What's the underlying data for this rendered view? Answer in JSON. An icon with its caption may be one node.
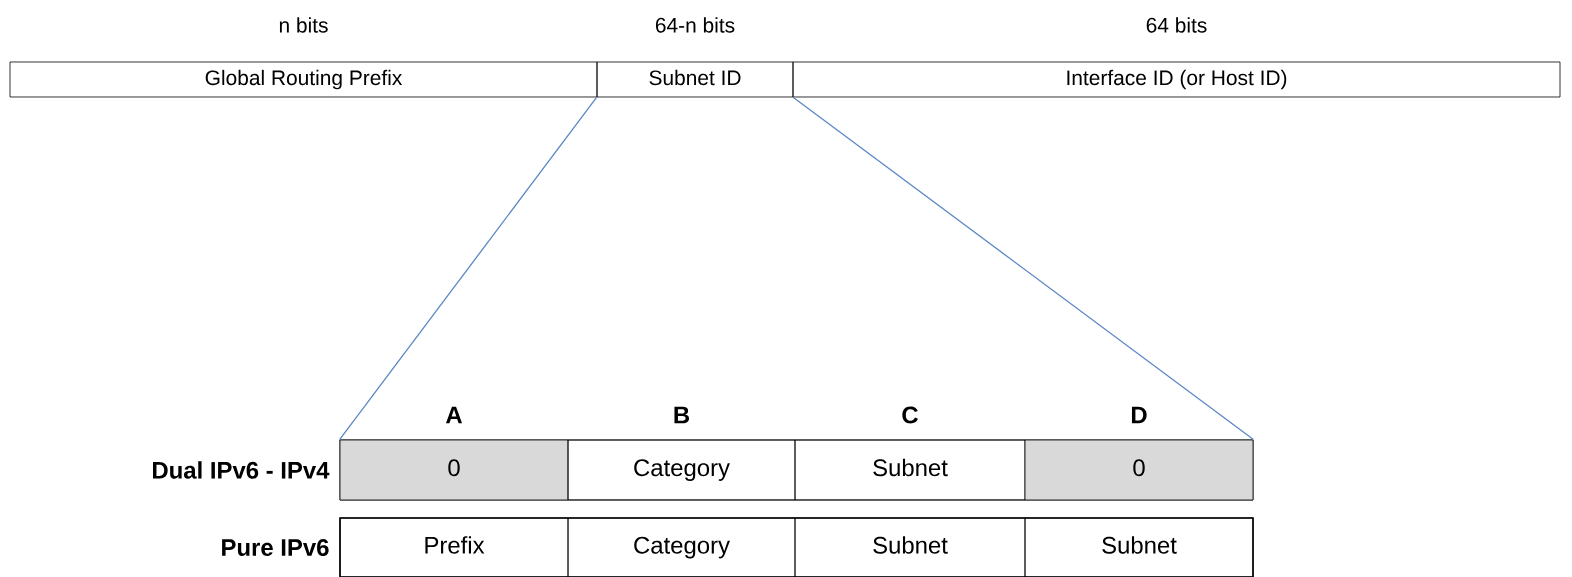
{
  "diagram": {
    "nodes": [
      {
        "text": [
          "n bits",
          "Global Routing Prefix"
        ]
      },
      {
        "text": [
          "64-n bits",
          "Subnet ID"
        ]
      },
      {
        "text": [
          "64 bits",
          "Interface ID (or Host ID)"
        ]
      },
      {
        "text": [
          "Dual IPv6 - IPv4"
        ]
      },
      {
        "text": [
          "A",
          "0"
        ],
        "in": 3
      },
      {
        "text": [
          "B",
          "Category"
        ],
        "in": 3
      },
      {
        "text": [
          "C",
          "Subnet"
        ],
        "in": 3
      },
      {
        "text": [
          "D",
          "0"
        ],
        "in": 3
      },
      {
        "text": [
          "Pure IPv6"
        ]
      },
      {
        "text": [
          "Prefix"
        ],
        "in": 8
      },
      {
        "text": [
          "Category"
        ],
        "in": 8
      },
      {
        "text": [
          "Subnet"
        ],
        "in": 8
      },
      {
        "text": [
          "Subnet"
        ],
        "in": 8
      }
    ],
    "edges": [
      {
        "from": 1,
        "to": 3,
        "arrow": "none"
      },
      {
        "from": 1,
        "to": 3,
        "arrow": "none"
      }
    ]
  }
}
